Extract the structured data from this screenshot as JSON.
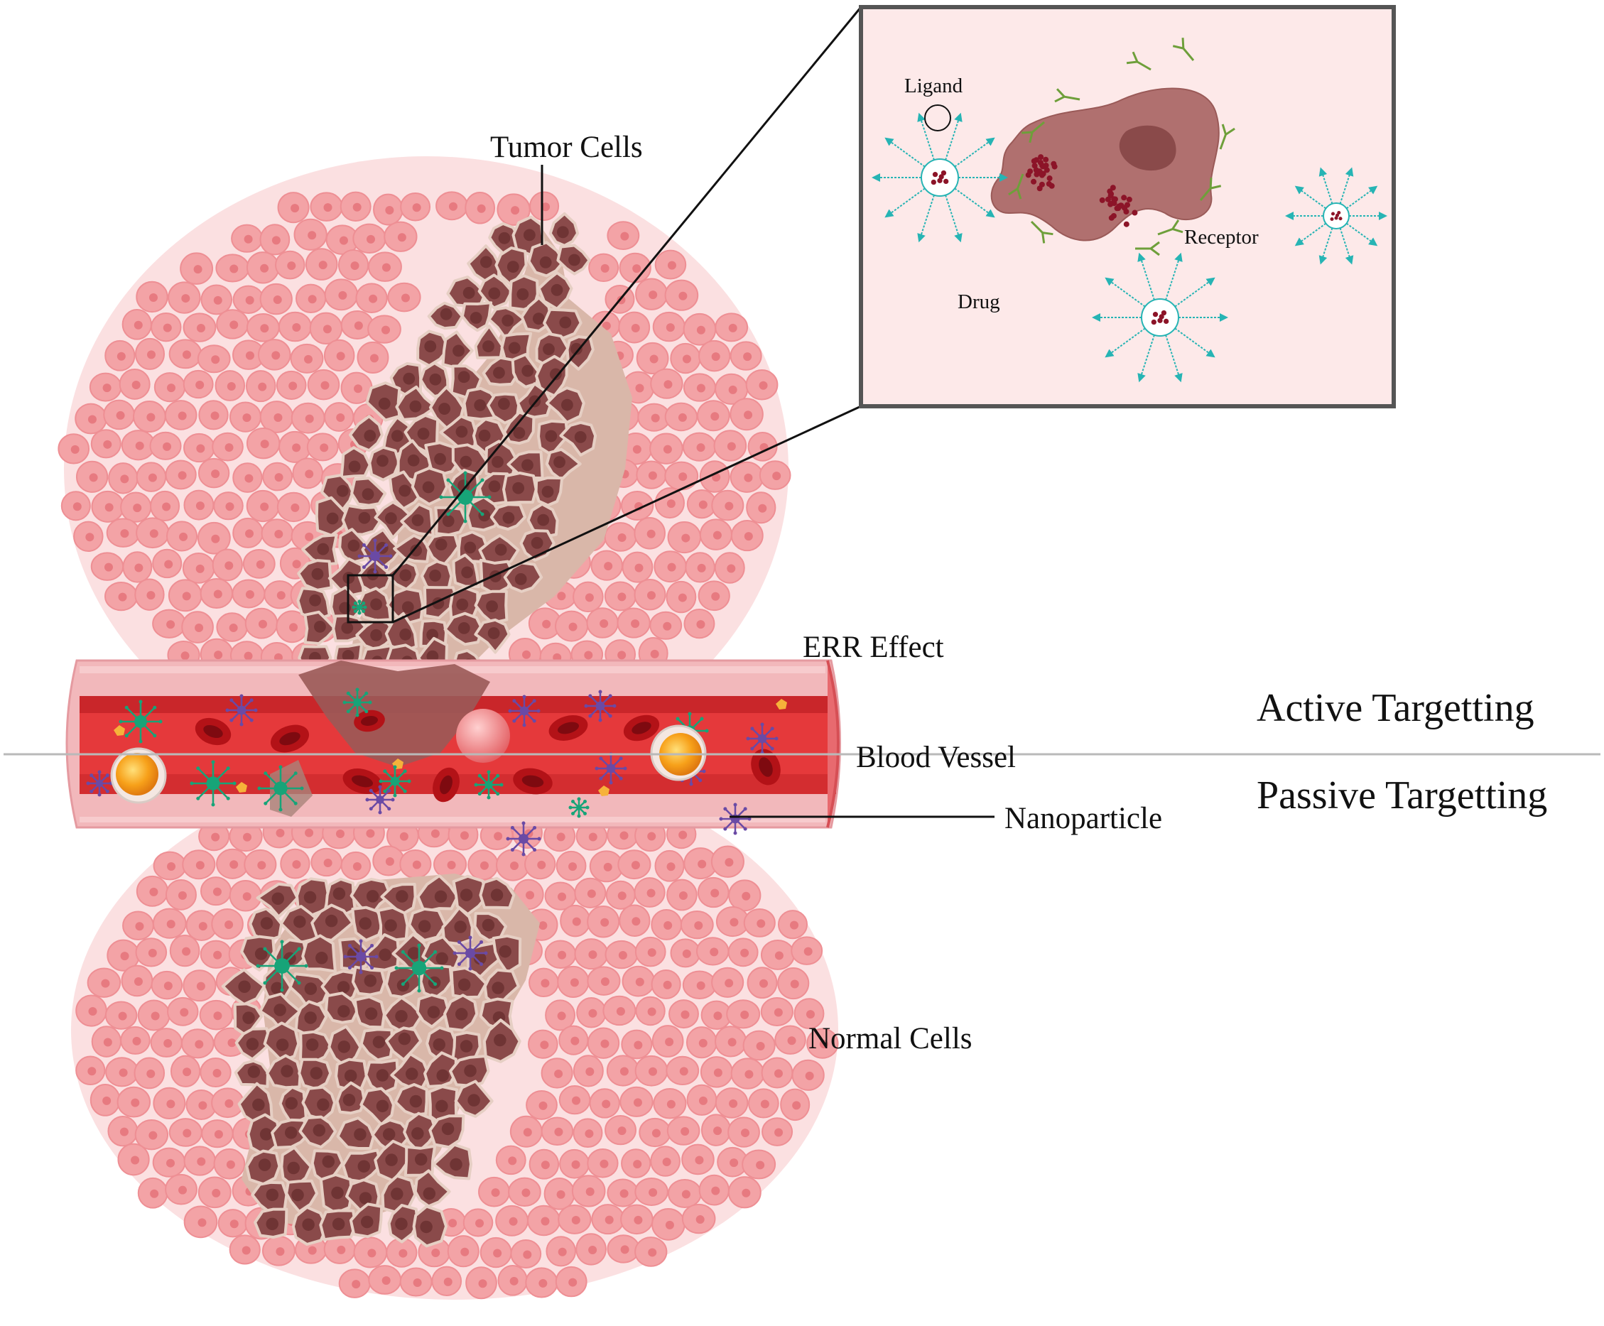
{
  "labels": {
    "tumor_cells": "Tumor Cells",
    "err_effect": "ERR Effect",
    "blood_vessel": "Blood Vessel",
    "nanoparticle": "Nanoparticle",
    "normal_cells": "Normal Cells",
    "active_targetting": "Active Targetting",
    "passive_targetting": "Passive Targetting"
  },
  "inset": {
    "ligand": "Ligand",
    "receptor": "Receptor",
    "drug": "Drug"
  },
  "colors": {
    "normal_cell": "#f3a3a6",
    "normal_cell_rim": "#ee8f94",
    "normal_nucleus": "#e77a80",
    "tumor_cell": "#8a4a4a",
    "tumor_nucleus": "#6f3434",
    "stroma": "#d9b7a9",
    "vessel_wall": "#f2b8bb",
    "vessel_lumen": "#e5393b",
    "rbc": "#b31217",
    "nanoparticle_green": "#17a478",
    "nanoparticle_purple": "#6a4aa5",
    "ligand_teal": "#26b4b4",
    "inset_bg": "#fde9e9",
    "drug_dot": "#8c1428"
  }
}
